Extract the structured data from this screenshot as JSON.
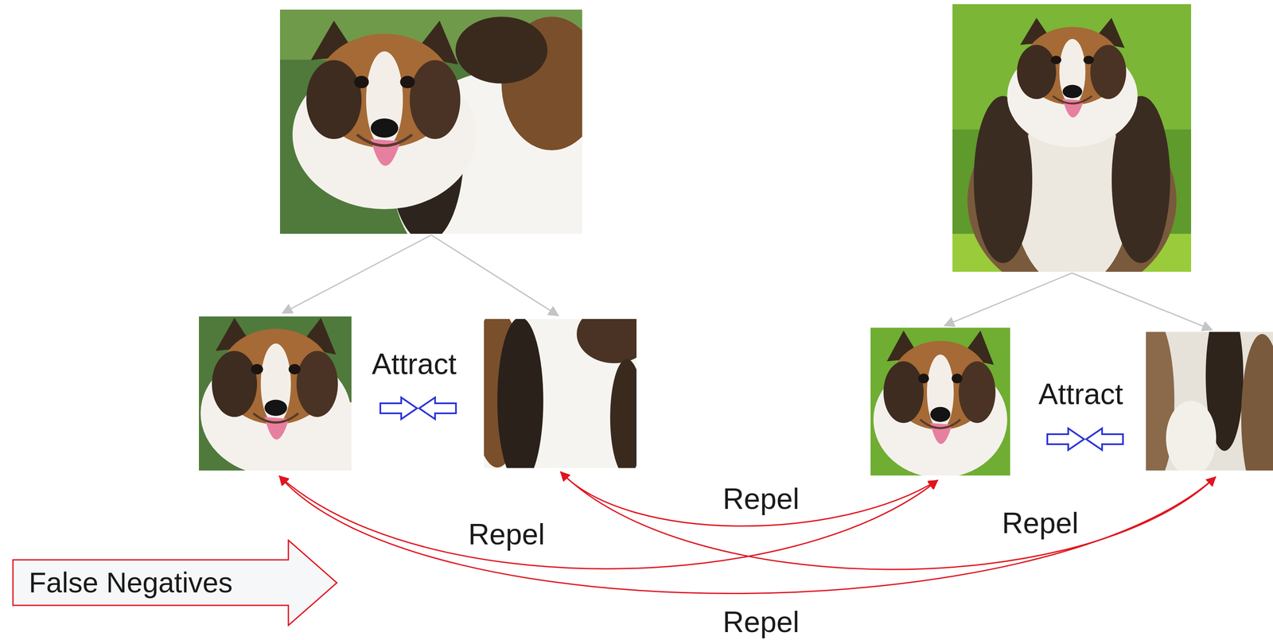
{
  "diagram": {
    "nodes": [
      {
        "text": [
          "False Negatives"
        ]
      }
    ],
    "labels": [
      "Attract",
      "Attract",
      "Repel",
      "Repel",
      "Repel",
      "Repel"
    ]
  }
}
